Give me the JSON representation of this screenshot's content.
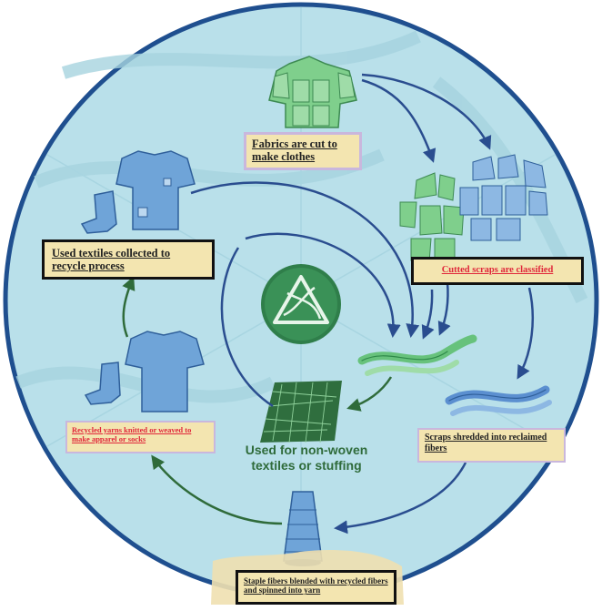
{
  "steps": {
    "fabrics_cut": "Fabrics are cut to make clothes",
    "scraps_classified": "Cutted scraps are classified",
    "scraps_shredded": "Scraps shredded into reclaimed fibers",
    "staple_fibers": "Staple fibers blended with recycled fibers  and spinned into yarn",
    "recycled_yarns": "Recycled yarns knitted or weaved to make apparel or socks",
    "used_textiles": "Used textiles collected to recycle process",
    "nonwoven": "Used for non-woven textiles or stuffing"
  },
  "colors": {
    "circle_fill": "#b9e0ea",
    "circle_border": "#1f4f8f",
    "cycle_arrow": "#2a4d8f",
    "nonwoven_arrow": "#2f6b3a",
    "green_item": "#7fcf8c",
    "blue_item": "#6fa4d8",
    "label_bg": "#f3e5b0",
    "label_red_text": "#e0273a"
  },
  "icons": [
    "cut-fabric-shirt-icon",
    "classified-scraps-icon",
    "shredded-fibers-icon",
    "yarn-cone-icon",
    "new-shirt-socks-icon",
    "worn-shirt-socks-icon",
    "recycle-triangle-logo-icon",
    "nonwoven-fabric-square-icon"
  ]
}
